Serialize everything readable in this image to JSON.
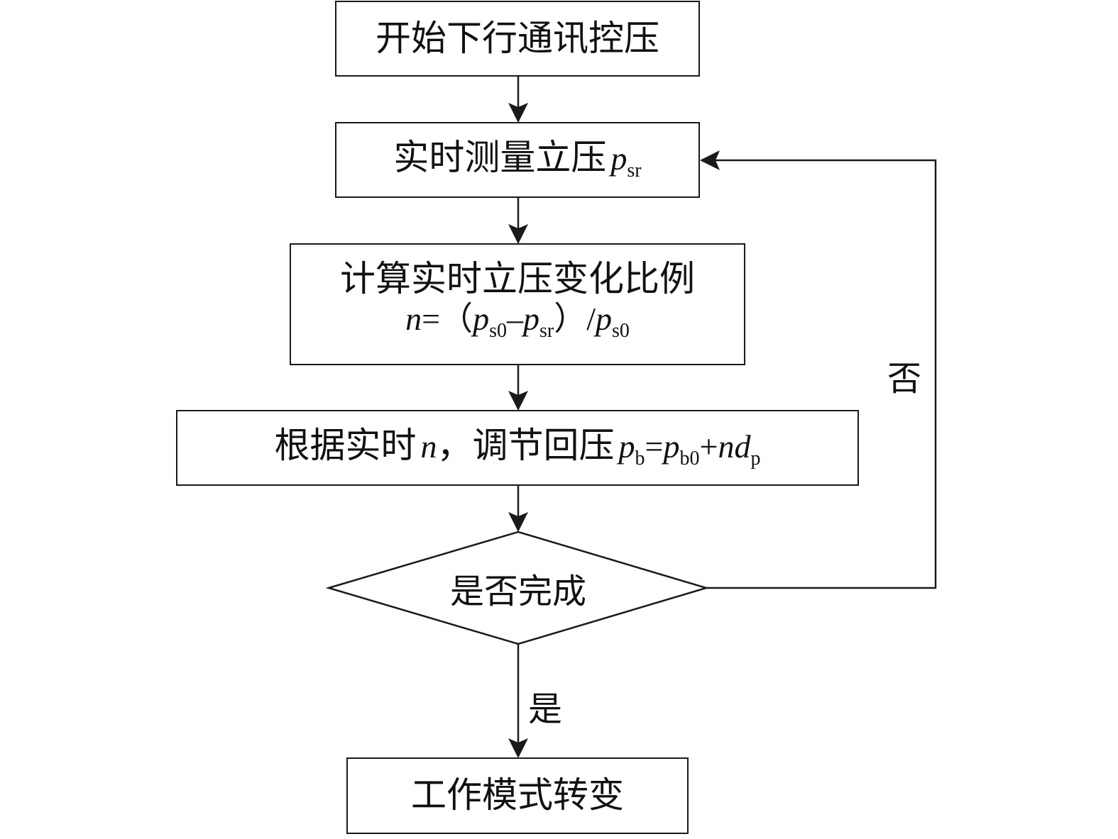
{
  "flowchart": {
    "start": "开始下行通讯控压",
    "measure": {
      "text": "实时测量立压",
      "var": "p",
      "sub": "sr"
    },
    "compute": {
      "line1": "计算实时立压变化比例",
      "n": "n",
      "eq": "=（",
      "p1": "p",
      "p1_sub": "s0",
      "minus": "–",
      "p2": "p",
      "p2_sub": "sr",
      "close": "）/",
      "p3": "p",
      "p3_sub": "s0"
    },
    "adjust": {
      "prefix": "根据实时",
      "n": "n",
      "middle": "，调节回压",
      "pb": "p",
      "pb_sub": "b",
      "eq": "=",
      "pb0": "p",
      "pb0_sub": "b0",
      "plus": "+",
      "nd": "nd",
      "nd_sub": "p"
    },
    "decision": "是否完成",
    "yes_label": "是",
    "no_label": "否",
    "end": "工作模式转变"
  }
}
